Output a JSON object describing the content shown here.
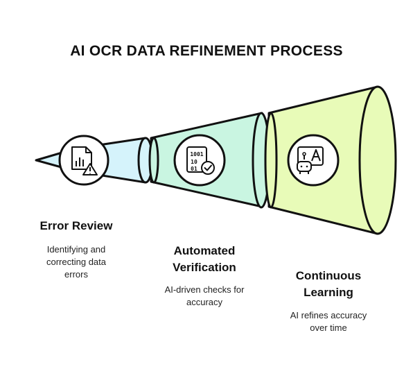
{
  "title": "AI OCR DATA REFINEMENT PROCESS",
  "colors": {
    "stage1_fill": "#d5f3fb",
    "stage2_fill": "#c9f5e1",
    "stage3_fill": "#e8fbb8",
    "outline": "#111111",
    "icon_bg": "#ffffff"
  },
  "stages": [
    {
      "title": "Error Review",
      "description": [
        "Identifying and",
        "correcting data",
        "errors"
      ],
      "icon": "document-chart-warning-icon"
    },
    {
      "title": [
        "Automated",
        "Verification"
      ],
      "description": [
        "AI-driven checks for",
        "accuracy"
      ],
      "icon": "binary-document-check-icon"
    },
    {
      "title": [
        "Continuous",
        "Learning"
      ],
      "description": [
        "AI refines accuracy",
        "over time"
      ],
      "icon": "robot-screen-letter-icon"
    }
  ]
}
